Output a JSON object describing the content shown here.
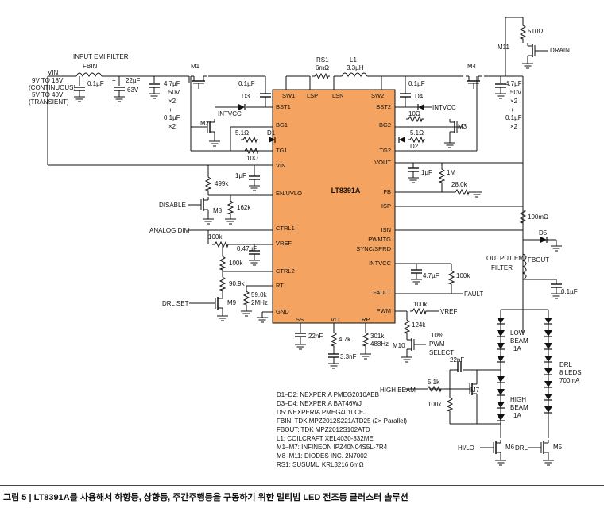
{
  "caption": "그림 5 | LT8391A를 사용해서 하향등, 상향등, 주간주행등을 구동하기 위한 멀티빔 LED 전조등 클러스터 솔루션",
  "chip": {
    "name": "LT8391A",
    "left_pins": [
      "BST1",
      "BG1",
      "TG1",
      "VIN",
      "EN/UVLO",
      "CTRL1",
      "VREF",
      "CTRL2",
      "RT",
      "GND"
    ],
    "right_pins": [
      "BST2",
      "BG2",
      "TG2",
      "VOUT",
      "FB",
      "ISP",
      "ISN",
      "PWMTG",
      "SYNC/SPRD",
      "INTVCC",
      "FAULT",
      "PWM"
    ],
    "top_pins": [
      "SW1",
      "LSP",
      "LSN",
      "SW2"
    ],
    "bottom_pins": [
      "SS",
      "VC",
      "RP"
    ]
  },
  "input": {
    "vin": "VIN",
    "range1": "9V TO 18V",
    "range1_note": "(CONTINUOUS)",
    "range2": "5V TO 40V",
    "range2_note": "(TRANSIENT)",
    "filter_title": "INPUT EMI FILTER",
    "filter_bead": "FBIN",
    "cap1": "0.1µF",
    "cap2": "22µF",
    "cap2_v": "63V",
    "cap3": "4.7µF",
    "cap3_v": "50V",
    "cap3_n": "×2",
    "plus": "+",
    "cap4": "0.1µF",
    "cap4_n": "×2"
  },
  "parts": {
    "m1": "M1",
    "m2": "M2",
    "m3": "M3",
    "m4": "M4",
    "m5": "M5",
    "m6": "M6",
    "m7": "M7",
    "m8": "M8",
    "m9": "M9",
    "m10": "M10",
    "m11": "M11",
    "d1": "D1",
    "d2": "D2",
    "d3": "D3",
    "d4": "D4",
    "d5": "D5",
    "rs1": "RS1",
    "rs1_val": "6mΩ",
    "l1": "L1",
    "l1_val": "3.3µH",
    "c_bst1": "0.1µF",
    "c_bst2": "0.1µF",
    "intvcc": "INTVCC",
    "r51_l": "5.1Ω",
    "r10_l": "10Ω",
    "r51_r": "5.1Ω",
    "r10_r": "10Ω",
    "cout": "4.7µF",
    "cout_v": "50V",
    "cout_n": "×2",
    "cout_plus": "+",
    "cout2": "0.1µF",
    "cout2_n": "×2",
    "r510": "510Ω",
    "drain": "DRAIN",
    "r499k": "499k",
    "c1u_vin": "1µF",
    "disable": "DISABLE",
    "r162k": "162k",
    "analog_dim": "ANALOG DIM",
    "r100k_dim": "100k",
    "c047": "0.47µF",
    "r100k_ctrl2": "100k",
    "r909k": "90.9k",
    "r590k": "59.0k",
    "f2mhz": "2MHz",
    "drl_set": "DRL SET",
    "c1u_fb": "1µF",
    "r1m": "1M",
    "r280k": "28.0k",
    "r100m": "100mΩ",
    "out_filter": "OUTPUT EMI",
    "out_filter2": "FILTER",
    "fbout": "FBOUT",
    "c01u_out": "0.1µF",
    "c47_intvcc": "4.7µF",
    "r100k_fault": "100k",
    "fault": "FAULT",
    "r100k_pwm": "100k",
    "vref": "VREF",
    "r124k": "124k",
    "pwm_duty": "10%",
    "pwm_sel1": "PWM",
    "pwm_sel2": "SELECT",
    "c22n": "22nF",
    "r47k": "4.7k",
    "c33n": "3.3nF",
    "r301k": "301k",
    "f488": "488Hz",
    "low_beam": "LOW",
    "low_beam2": "BEAM",
    "low_beam3": "1A",
    "high_beam": "HIGH",
    "high_beam2": "BEAM",
    "high_beam3": "1A",
    "drl": "DRL",
    "drl2": "8 LEDS",
    "drl3": "700mA",
    "c22n_m7": "22nF",
    "high_beam_in": "HIGH BEAM",
    "r51k": "5.1k",
    "r100k_m7": "100k",
    "hilo": "HI/LO",
    "drl_in": "DRL"
  },
  "bom": [
    "D1–D2: NEXPERIA PMEG2010AEB",
    "D3–D4: NEXPERIA BAT46WJ",
    "D5: NEXPERIA PMEG4010CEJ",
    "FBIN: TDK MPZ2012S221ATD25 (2× Parallel)",
    "FBOUT: TDK MPZ2012S102ATD",
    "L1: COILCRAFT XEL4030-332ME",
    "M1–M7: INFINEON IPZ40N04S5L-7R4",
    "M8–M11: DIODES INC. 2N7002",
    "RS1: SUSUMU KRL3216 6mΩ"
  ]
}
